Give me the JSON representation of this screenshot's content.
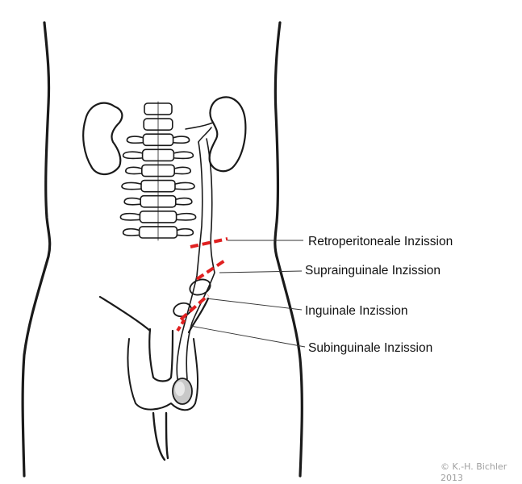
{
  "labels": {
    "retroperitoneal": "Retroperitoneale Inzission",
    "suprainguinal": "Suprainguinale Inzission",
    "inguinal": "Inguinale Inzission",
    "subinguinal": "Subinguinale Inzission"
  },
  "copyright": {
    "line1": "© K.-H. Bichler",
    "line2": "2013"
  },
  "colors": {
    "incision": "#e02020",
    "ink": "#1a1a1a",
    "testis": "#c8c8c8"
  }
}
